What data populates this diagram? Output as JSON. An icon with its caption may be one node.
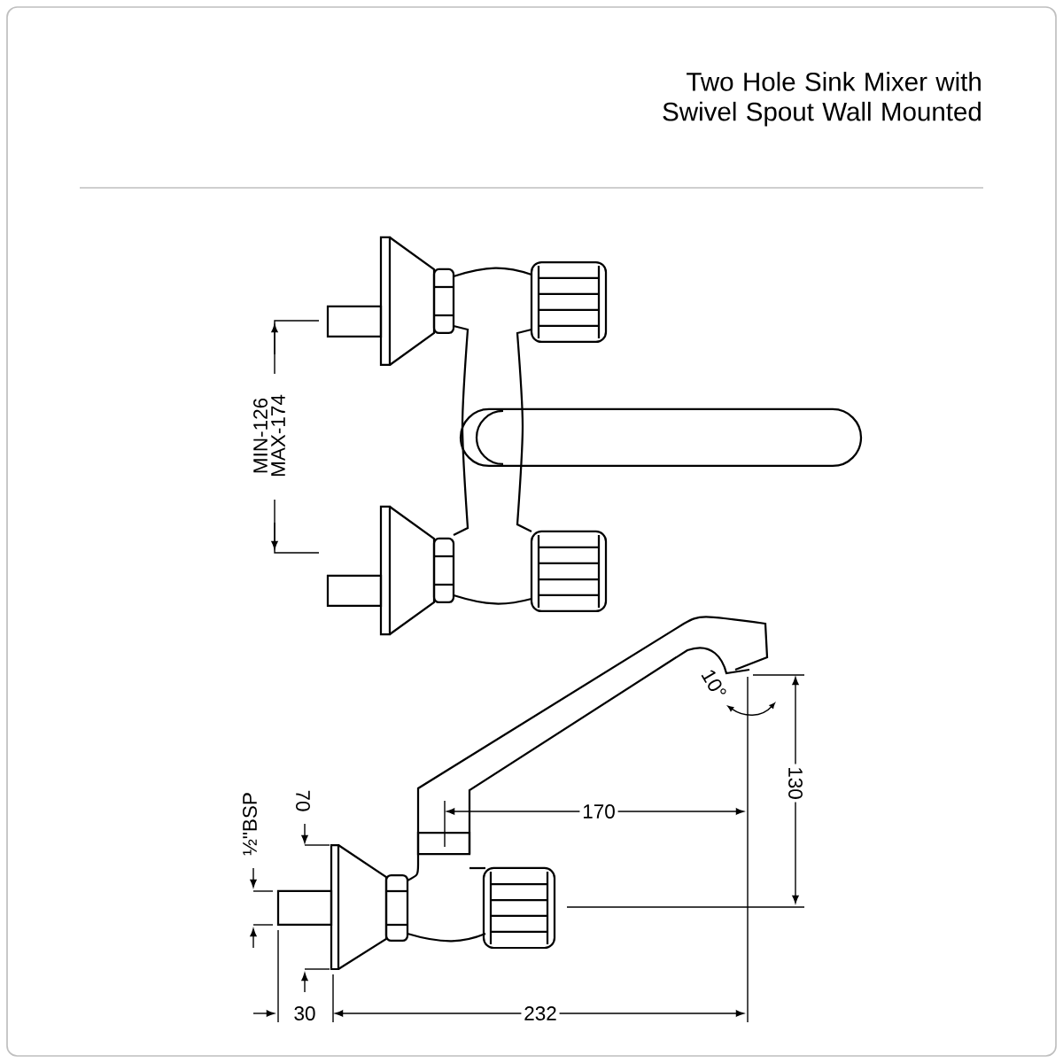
{
  "diagram": {
    "title": "Two Hole Sink Mixer with Swivel Spout Wall Mounted",
    "labels": [
      "MIN-126",
      "MAX-174",
      "70",
      "½\"BSP",
      "170",
      "10°",
      "130",
      "30",
      "232"
    ]
  }
}
